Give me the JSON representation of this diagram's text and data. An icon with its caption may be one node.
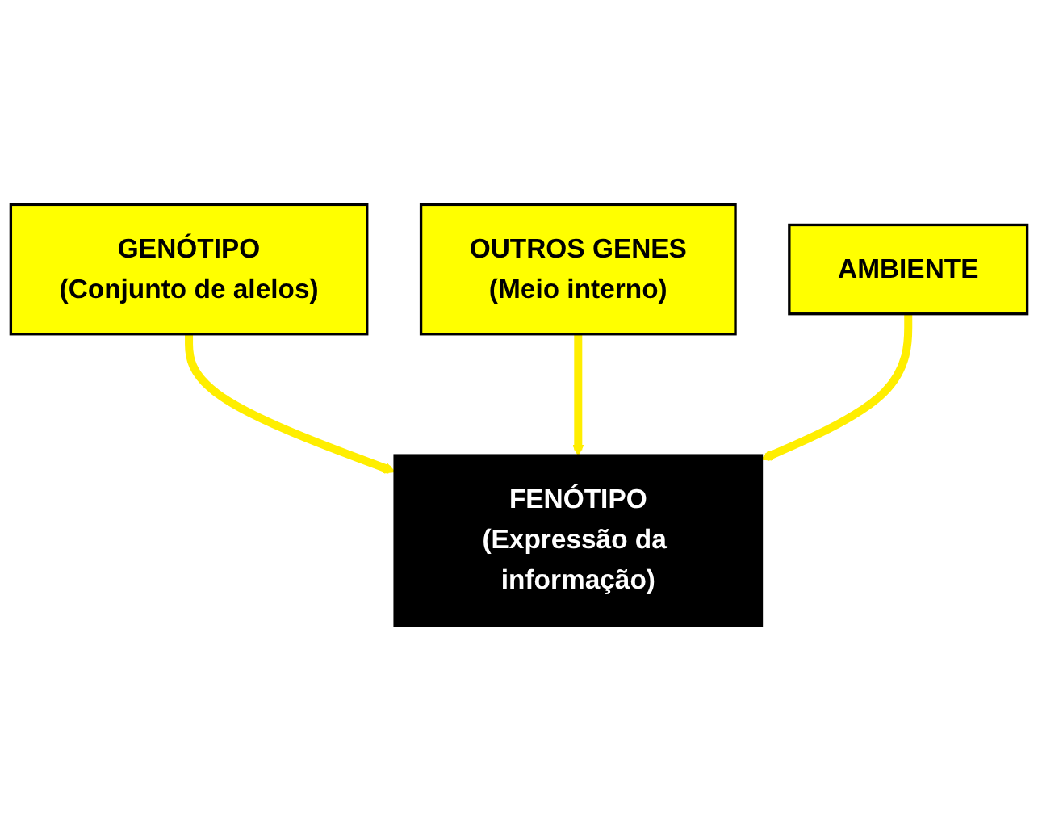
{
  "diagram": {
    "nodes": [
      {
        "text": [
          "GENÓTIPO",
          "(Conjunto de alelos)"
        ]
      },
      {
        "text": [
          "OUTROS GENES",
          "(Meio interno)"
        ]
      },
      {
        "text": [
          "AMBIENTE"
        ]
      },
      {
        "text": [
          "FENÓTIPO",
          "(Expressão da informação)"
        ]
      }
    ],
    "edges": [
      {
        "from": 0,
        "to": 3,
        "arrow": "to"
      },
      {
        "from": 1,
        "to": 3,
        "arrow": "to"
      },
      {
        "from": 2,
        "to": 3,
        "arrow": "to"
      }
    ]
  }
}
